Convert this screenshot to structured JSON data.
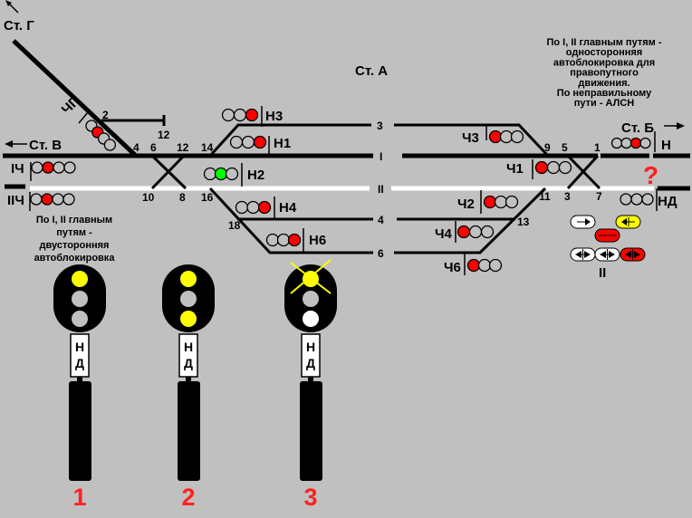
{
  "stations": {
    "g": "Ст. Г",
    "a": "Ст. А",
    "v": "Ст. В",
    "b": "Ст. Б"
  },
  "tracks": {
    "t3": "3",
    "tI": "I",
    "tII": "II",
    "t4": "4",
    "t6": "6"
  },
  "switches": [
    "2",
    "12",
    "4",
    "6",
    "12",
    "14",
    "10",
    "8",
    "16",
    "18",
    "9",
    "5",
    "1",
    "11",
    "3",
    "7",
    "13"
  ],
  "signals": [
    {
      "name": "ЧГ",
      "lamps": [
        "#c0c0c0",
        "#ff0000",
        "#c0c0c0",
        "#c0c0c0"
      ]
    },
    {
      "name": "Н3",
      "lamps": [
        "#c0c0c0",
        "#c0c0c0",
        "#ff0000"
      ]
    },
    {
      "name": "Н1",
      "lamps": [
        "#c0c0c0",
        "#c0c0c0",
        "#ff0000"
      ]
    },
    {
      "name": "IЧ",
      "lamps": [
        "#c0c0c0",
        "#ff0000",
        "#c0c0c0",
        "#c0c0c0"
      ]
    },
    {
      "name": "IIЧ",
      "lamps": [
        "#c0c0c0",
        "#ff0000",
        "#c0c0c0",
        "#c0c0c0"
      ]
    },
    {
      "name": "Н2",
      "lamps": [
        "#c0c0c0",
        "#00ff00",
        "#c0c0c0"
      ]
    },
    {
      "name": "Н4",
      "lamps": [
        "#c0c0c0",
        "#c0c0c0",
        "#ff0000"
      ]
    },
    {
      "name": "Н6",
      "lamps": [
        "#c0c0c0",
        "#c0c0c0",
        "#ff0000"
      ]
    },
    {
      "name": "Ч3",
      "lamps": [
        "#ff0000",
        "#c0c0c0",
        "#c0c0c0"
      ]
    },
    {
      "name": "Ч1",
      "lamps": [
        "#ff0000",
        "#c0c0c0",
        "#c0c0c0"
      ]
    },
    {
      "name": "Ч2",
      "lamps": [
        "#ff0000",
        "#c0c0c0",
        "#c0c0c0"
      ]
    },
    {
      "name": "Ч4",
      "lamps": [
        "#ff0000",
        "#c0c0c0",
        "#c0c0c0"
      ]
    },
    {
      "name": "Ч6",
      "lamps": [
        "#ff0000",
        "#c0c0c0",
        "#c0c0c0"
      ]
    },
    {
      "name": "Н",
      "lamps": [
        "#c0c0c0",
        "#c0c0c0",
        "#ff0000",
        "#c0c0c0"
      ]
    },
    {
      "name": "НД",
      "lamps": [
        "#c0c0c0",
        "#c0c0c0",
        "#c0c0c0"
      ]
    }
  ],
  "question_mark": "?",
  "indicator_label": "II",
  "note_left": [
    "По I,  II главным",
    "путям -",
    "двусторонняя",
    "автоблокировка"
  ],
  "note_right": [
    "По I, II главным путям -",
    "односторонняя",
    "автоблокировка для",
    "правопутного",
    "движения.",
    "По неправильному",
    "пути - АЛСН"
  ],
  "big_signals": [
    {
      "number": "1",
      "plate": [
        "Н",
        "Д"
      ],
      "lamps": [
        "#ffff00",
        "#c0c0c0",
        "#c0c0c0"
      ],
      "flashing_top": false
    },
    {
      "number": "2",
      "plate": [
        "Н",
        "Д"
      ],
      "lamps": [
        "#ffff00",
        "#c0c0c0",
        "#ffff00"
      ],
      "flashing_top": false
    },
    {
      "number": "3",
      "plate": [
        "Н",
        "Д"
      ],
      "lamps": [
        "#ffff00",
        "#c0c0c0",
        "#ffffff"
      ],
      "flashing_top": true
    }
  ],
  "colors": {
    "background": "#c0c0c0",
    "track_II": "#ffffff",
    "accent": "#ff2020"
  }
}
